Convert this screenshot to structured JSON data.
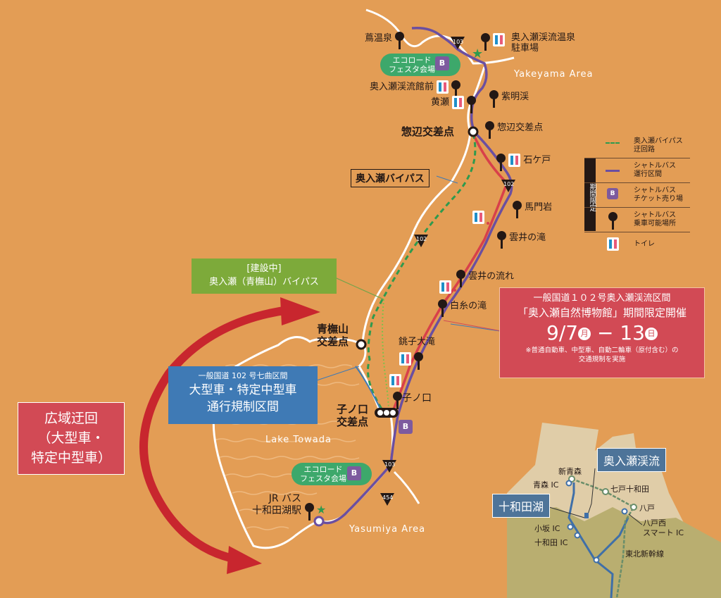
{
  "map": {
    "areas": {
      "yakeyama": "Yakeyama Area",
      "yasumiya": "Yasumiya Area",
      "lake": "Lake Towada"
    },
    "stops": {
      "tsuta": "蔦温泉",
      "onsen_parking_1": "奥入瀬渓流温泉",
      "onsen_parking_2": "駐車場",
      "kanmae": "奥入瀬渓流館前",
      "kise": "黄瀬",
      "shimeikei": "紫明渓",
      "sobe_stop": "惣辺交差点",
      "ishigedo": "石ケ戸",
      "mamonniwa": "馬門岩",
      "kumoi_taki": "雲井の滝",
      "kumoi_nagare": "雲井の流れ",
      "shiraito": "白糸の滝",
      "choshi": "銚子大滝",
      "nenokuchi": "子ノ口",
      "jr_1": "JR バス",
      "jr_2": "十和田湖駅"
    },
    "intersections": {
      "sobe": "惣辺交差点",
      "aokusu_1": "青橅山",
      "aokusu_2": "交差点",
      "nenokuchi_1": "子ノ口",
      "nenokuchi_2": "交差点"
    },
    "routes": {
      "r103": "103",
      "r102": "102",
      "r454": "454"
    },
    "bypass_label": "奥入瀬バイパス",
    "eco_fest": {
      "line1": "エコロード",
      "line2": "フェスタ会場",
      "ticket": "B"
    },
    "construction": {
      "line1": "[建設中]",
      "line2": "奥入瀬（青橅山）バイパス"
    },
    "restriction": {
      "line1": "一般国道 102 号七曲区間",
      "line2": "大型車・特定中型車",
      "line3": "通行規制区間"
    },
    "detour": {
      "line1": "広域迂回",
      "line2": "（大型車・",
      "line3": "特定中型車）"
    },
    "event": {
      "line1": "一般国道１０２号奥入瀬渓流区間",
      "line2": "「奥入瀬自然博物館」期間限定開催",
      "date_start": "9/7",
      "day_start": "月",
      "dash": "−",
      "date_end": "13",
      "day_end": "日",
      "note1": "※普通自動車、中型車、自動二輪車（原付含む）の",
      "note2": "交通規制を実施"
    },
    "legend": {
      "side": "期間限定",
      "items": [
        {
          "l1": "奥入瀬バイパス",
          "l2": "迂回路"
        },
        {
          "l1": "シャトルバス",
          "l2": "運行区間"
        },
        {
          "l1": "シャトルバス",
          "l2": "チケット売り場"
        },
        {
          "l1": "シャトルバス",
          "l2": "乗車可能場所"
        },
        {
          "l1": "トイレ",
          "l2": ""
        }
      ]
    },
    "inset": {
      "oirase": "奥入瀬渓流",
      "towada_lake": "十和田湖",
      "shin_aomori": "新青森",
      "aomori_ic": "青森 IC",
      "shichinohe": "七戸十和田",
      "hachinohe": "八戸",
      "hachinohe_nishi_1": "八戸西",
      "hachinohe_nishi_2": "スマート IC",
      "kosaka_ic": "小坂 IC",
      "towada_ic": "十和田 IC",
      "shinkansen": "東北新幹線"
    },
    "colors": {
      "bg": "#E39D55",
      "shuttle": "#6B4FA0",
      "road102": "#D8404A",
      "bypass": "#2E9A4E",
      "event": "#D24A55",
      "restrict": "#3F7AB5",
      "construct": "#7DAA3A"
    }
  }
}
